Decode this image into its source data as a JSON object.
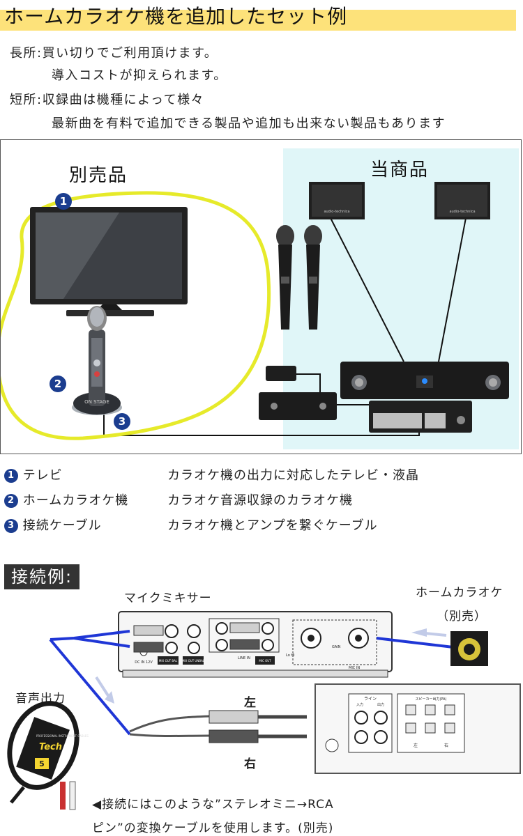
{
  "title": "ホームカラオケ機を追加したセット例",
  "pros": {
    "label": "長所:",
    "line1": "買い切りでご利用頂けます。",
    "line2": "導入コストが抑えられます。"
  },
  "cons": {
    "label": "短所:",
    "line1": "収録曲は機種によって様々",
    "line2": "最新曲を有料で追加できる製品や追加も出来ない製品もあります"
  },
  "diagram": {
    "sold_separately": "別売品",
    "this_product": "当商品",
    "speaker_brand": "audio-technica",
    "mic_brand": "ON STAGE",
    "markers": [
      "1",
      "2",
      "3"
    ]
  },
  "legend": [
    {
      "num": "1",
      "name": "テレビ",
      "desc": "カラオケ機の出力に対応したテレビ・液晶"
    },
    {
      "num": "2",
      "name": "ホームカラオケ機",
      "desc": "カラオケ音源収録のカラオケ機"
    },
    {
      "num": "3",
      "name": "接続ケーブル",
      "desc": "カラオケ機とアンプを繋ぐケーブル"
    }
  ],
  "connection": {
    "section_label": "接続例:",
    "mixer_label": "マイクミキサー",
    "karaoke_label_1": "ホームカラオケ",
    "karaoke_label_2": "（別売）",
    "audio_out": "音声出力",
    "left": "左",
    "right": "右",
    "note_line1": "◀接続にはこのような”ステレオミニ→RCA",
    "note_line2": "ピン”の変換ケーブルを使用します。(別売)",
    "panel": {
      "dc": "DC IN 12V",
      "mix_out_bal": "MIX OUT BAL",
      "mix_out_unbal": "MIX OUT UNBAL",
      "line_in": "LINE IN",
      "mic_out": "MIC OUT",
      "gain": "GAIN",
      "mic_in": "MIC IN",
      "lo_hi": "Lo  Hi",
      "amp_line": "ライン",
      "amp_in": "入力",
      "amp_out": "出力",
      "amp_speaker": "スピーカー出力(PA)",
      "amp_l": "左",
      "amp_r": "右"
    },
    "cable_brand": "Tech",
    "cable_text": "PROFESSIONAL INSTRUMENT CABLES",
    "cable_size": "5"
  },
  "colors": {
    "title_highlight": "#fde27a",
    "teal_area": "#e0f6f8",
    "yellow_outline": "#e6ea2a",
    "marker_blue": "#1b3d8f",
    "cable_blue": "#1f36d6"
  }
}
